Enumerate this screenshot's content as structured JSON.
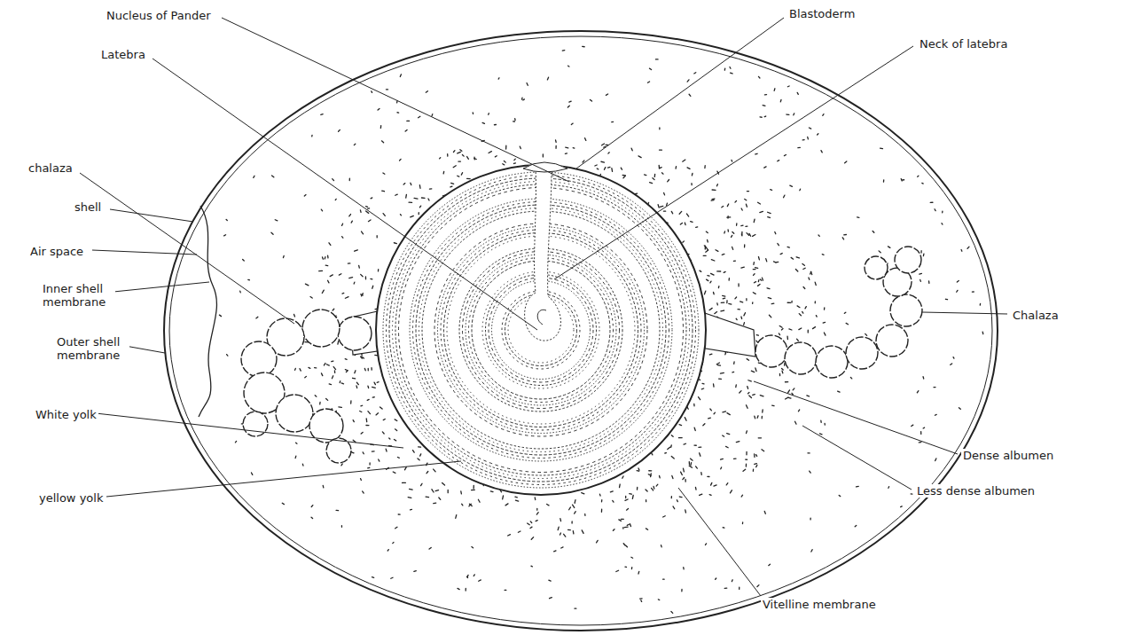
{
  "diagram": {
    "labels": [
      "Nucleus of Pander",
      "Blastoderm",
      "Latebra",
      "Neck of latebra",
      "chalaza",
      "shell",
      "Air space",
      "Inner shell membrane",
      "Outer shell membrane",
      "Chalaza",
      "White yolk",
      "yellow yolk",
      "Vitelline membrane",
      "Dense albumen",
      "Less dense albumen"
    ]
  }
}
